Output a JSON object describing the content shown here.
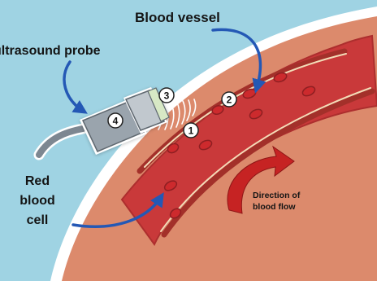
{
  "labels": {
    "blood_vessel": "Blood vessel",
    "ultrasound_probe": "ultrasound probe",
    "red_blood_cell": [
      "Red",
      "blood",
      "cell"
    ],
    "direction_of_flow": [
      "Direction of",
      "blood flow"
    ]
  },
  "markers": [
    "1",
    "2",
    "3",
    "4"
  ],
  "colors": {
    "background_sky": "#9fd3e3",
    "skin": "#dc8a6c",
    "vessel_blood": "#c9393a",
    "vessel_wall": "#a3302a",
    "vessel_wall_highlight": "#f3dcb8",
    "red_blood_cell": "#cd2a2d",
    "flow_arrow": "#c62323",
    "pointer_arrow": "#2458b5",
    "probe_body": "#9aa4ad",
    "probe_head": "#c1c8ce",
    "probe_lens": "#d7e8c5"
  }
}
